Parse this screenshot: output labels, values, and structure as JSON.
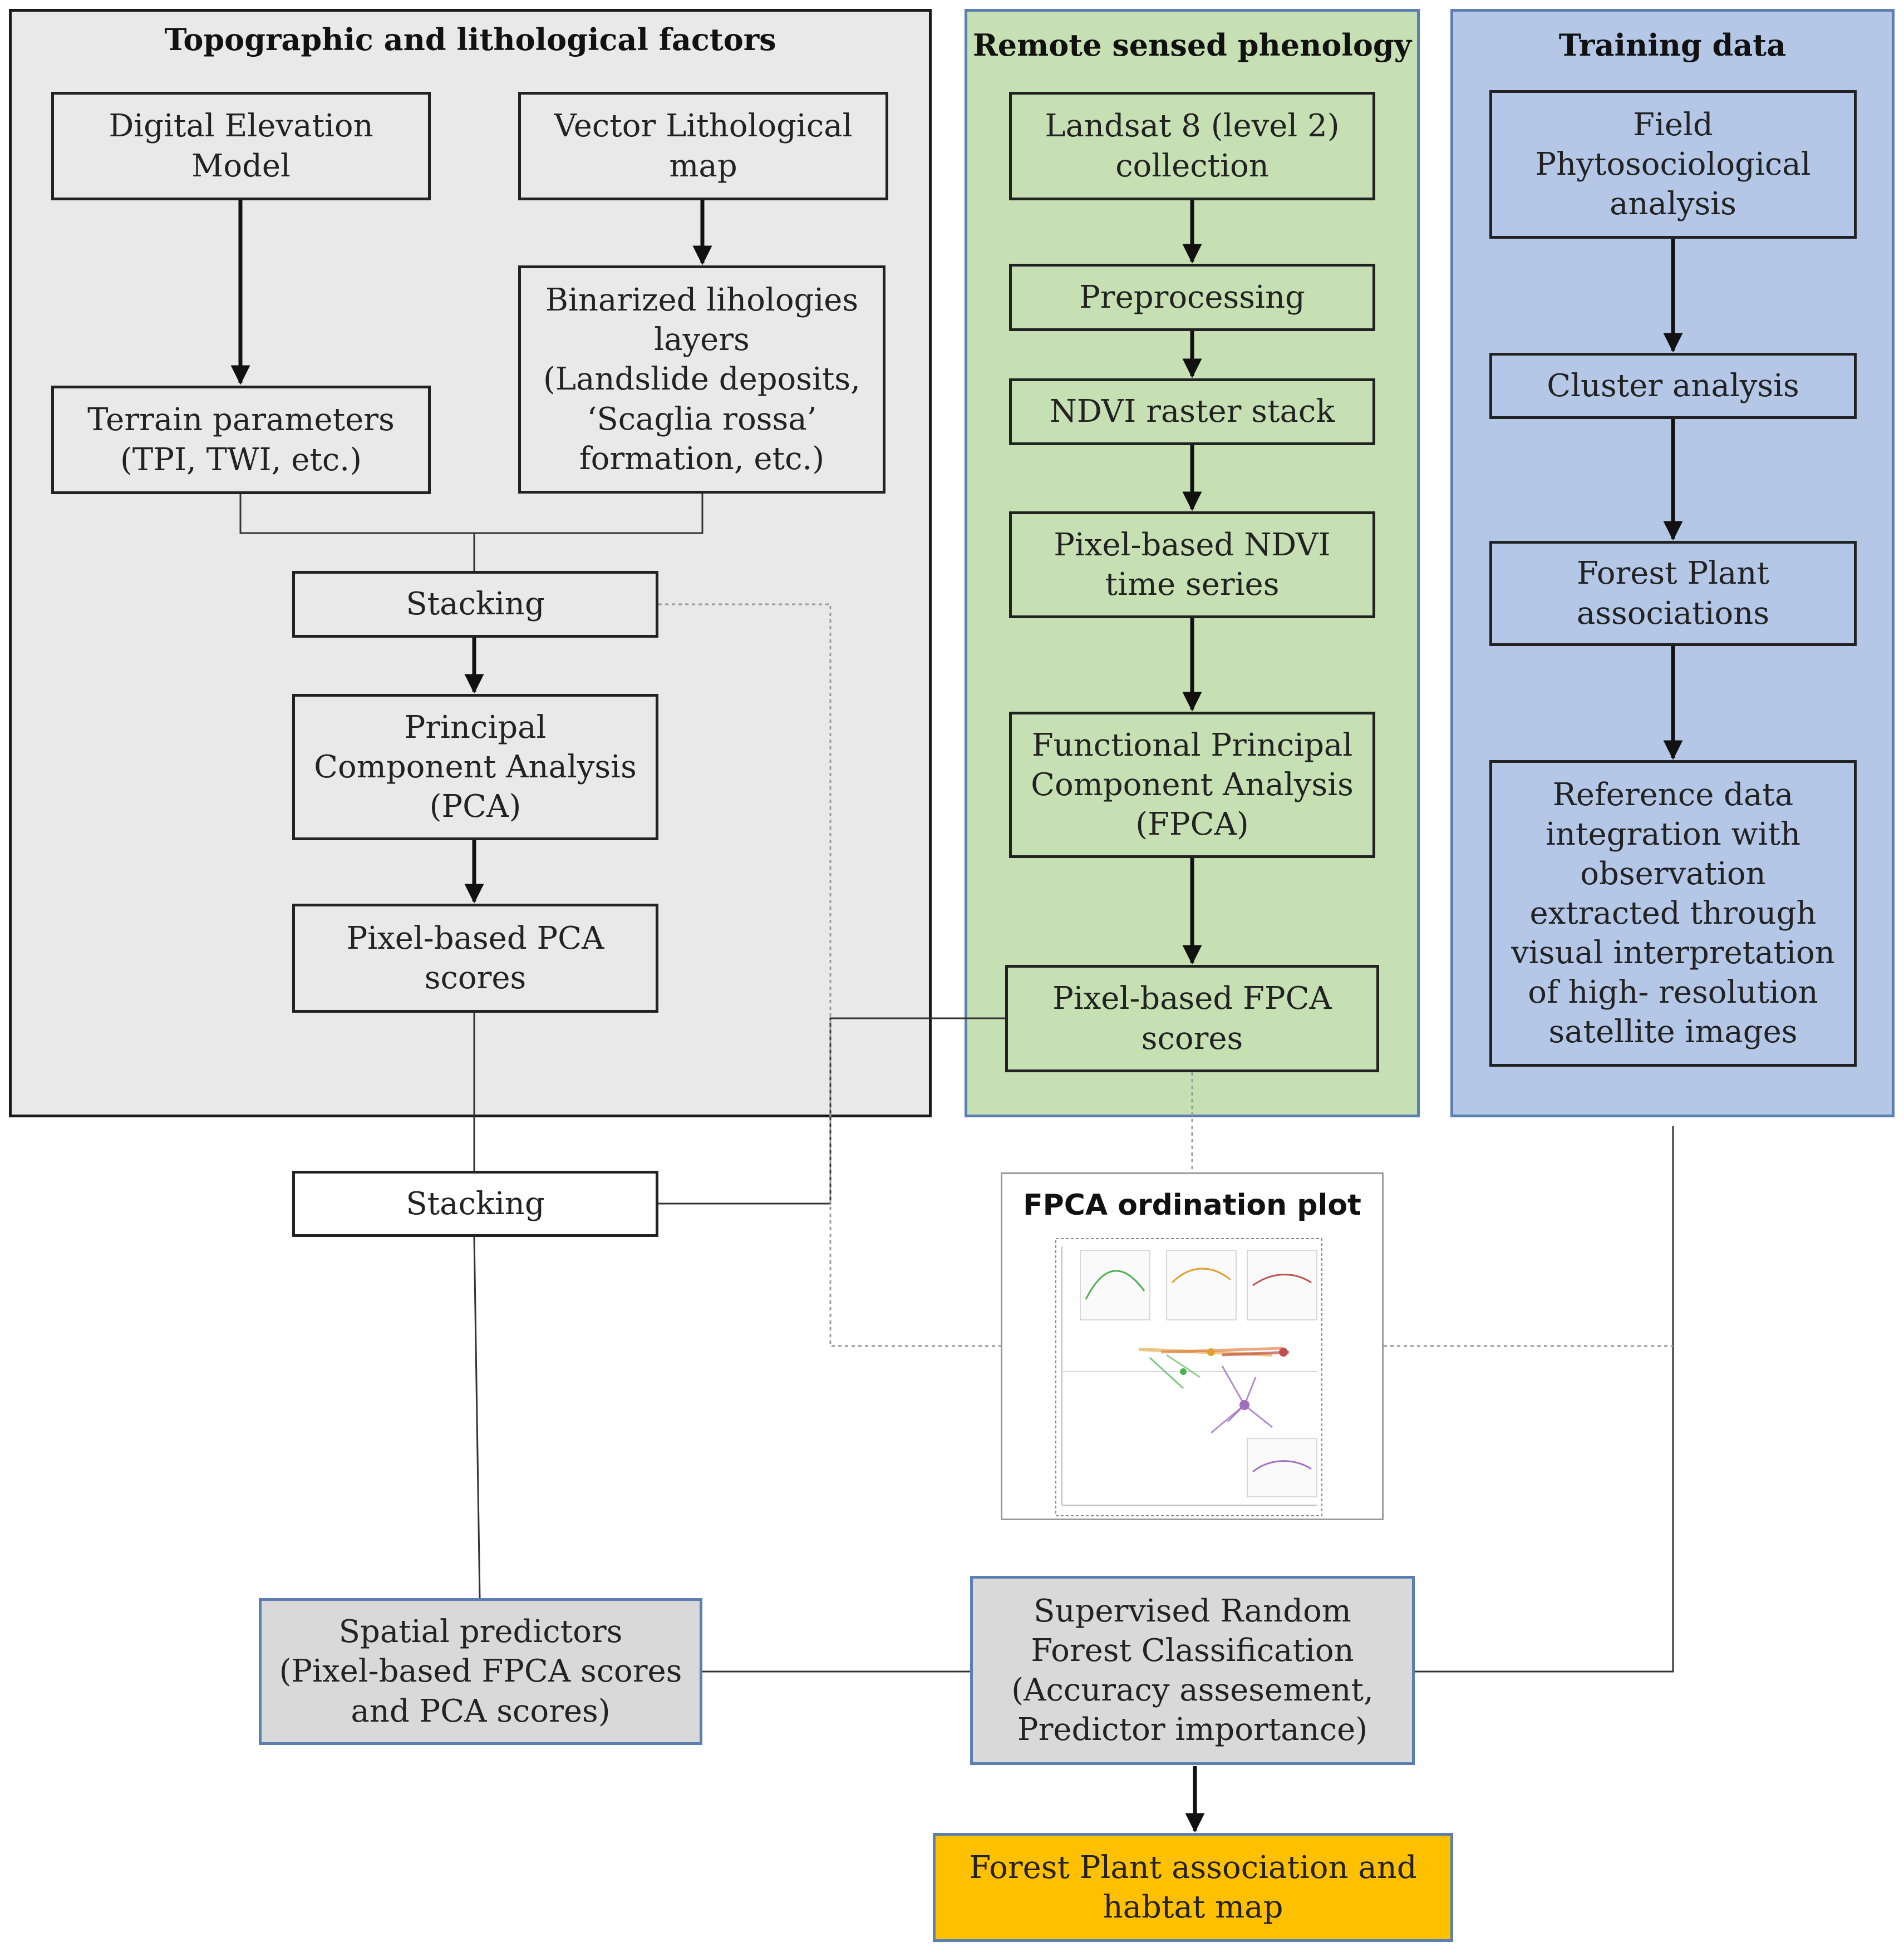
{
  "panels": {
    "topo": {
      "title": "Topographic and lithological factors"
    },
    "phenology": {
      "title": "Remote sensed phenology"
    },
    "training": {
      "title": "Training data"
    }
  },
  "nodes": {
    "dem": "Digital Elevation\nModel",
    "lith_map": "Vector Lithological\nmap",
    "terrain": "Terrain parameters\n(TPI, TWI, etc.)",
    "binarized": "Binarized lihologies\nlayers\n(Landslide deposits,\n‘Scaglia rossa’\nformation, etc.)",
    "stacking1": "Stacking",
    "pca": "Principal\nComponent Analysis\n(PCA)",
    "pca_scores": "Pixel-based PCA\nscores",
    "landsat": "Landsat 8 (level 2)\ncollection",
    "preprocessing": "Preprocessing",
    "ndvi_stack": "NDVI raster stack",
    "ndvi_ts": "Pixel-based NDVI\ntime series",
    "fpca": "Functional Principal\nComponent Analysis\n(FPCA)",
    "fpca_scores": "Pixel-based FPCA\nscores",
    "field": "Field\nPhytosociological\nanalysis",
    "cluster": "Cluster analysis",
    "forest_assoc": "Forest Plant\nassociations",
    "reference": "Reference data\nintegration with\nobservation\nextracted through\nvisual interpretation\nof high- resolution\nsatellite images",
    "stacking2": "Stacking",
    "spatial": "Spatial predictors\n(Pixel-based FPCA scores\nand PCA scores)",
    "rf": "Supervised Random\nForest  Classification\n(Accuracy assesement,\nPredictor importance)",
    "map": "Forest Plant association and\nhabtat map"
  },
  "plot": {
    "title": "FPCA ordination plot"
  },
  "colors": {
    "gray_panel": "#e9e9e9",
    "green_panel": "#c6e0b4",
    "blue_panel": "#b4c7e7",
    "output_gray": "#d9d9d9",
    "output_orange": "#ffc000",
    "output_border": "#5b7fb3"
  }
}
